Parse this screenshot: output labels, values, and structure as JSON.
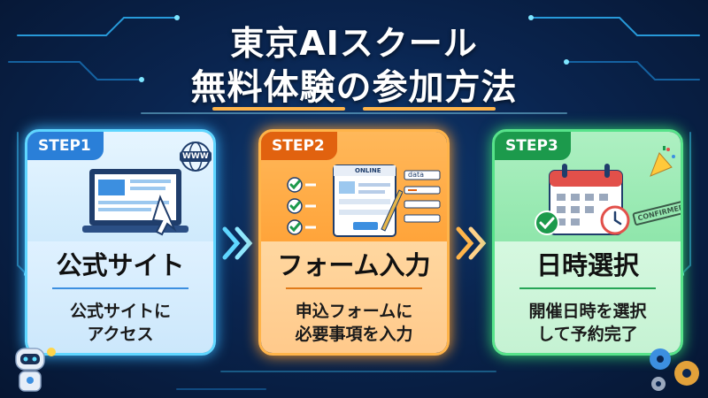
{
  "title": {
    "line1": "東京AIスクール",
    "line2": "無料体験の参加方法"
  },
  "steps": [
    {
      "label": "STEP1",
      "title": "公式サイト",
      "desc_line1": "公式サイトに",
      "desc_line2": "アクセス",
      "accent": "#2a7fd8"
    },
    {
      "label": "STEP2",
      "title": "フォーム入力",
      "desc_line1": "申込フォームに",
      "desc_line2": "必要事項を入力",
      "accent": "#e1620f"
    },
    {
      "label": "STEP3",
      "title": "日時選択",
      "desc_line1": "開催日時を選択",
      "desc_line2": "して予約完了",
      "accent": "#1c9a4c"
    }
  ],
  "illustration_text": {
    "www": "WWW",
    "online": "ONLINE",
    "data": "data",
    "confirmed": "CONFIRMED"
  },
  "colors": {
    "background": "#0a2550",
    "step1": "#5fd6ff",
    "step2": "#ffb44a",
    "step3": "#57e38a"
  }
}
